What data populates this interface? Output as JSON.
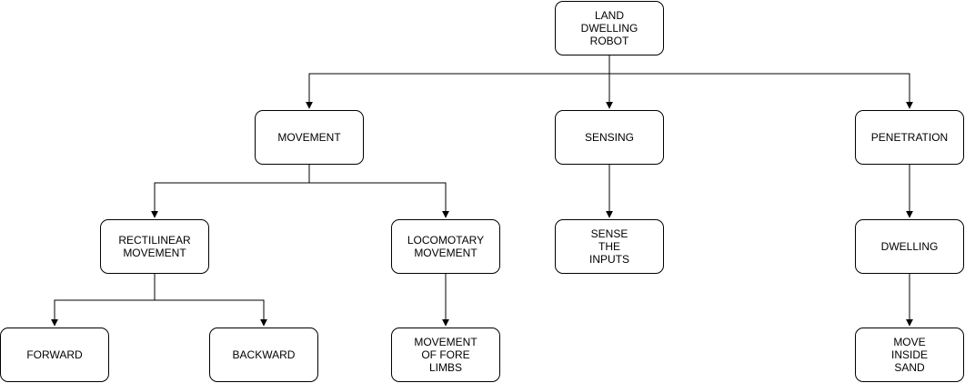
{
  "nodes": {
    "land_dwelling_robot": "LAND\nDWELLING\nROBOT",
    "movement": "MOVEMENT",
    "sensing": "SENSING",
    "penetration": "PENETRATION",
    "rectilinear_movement": "RECTILINEAR\nMOVEMENT",
    "locomotary_movement": "LOCOMOTARY\nMOVEMENT",
    "sense_the_inputs": "SENSE\nTHE\nINPUTS",
    "dwelling": "DWELLING",
    "forward": "FORWARD",
    "backward": "BACKWARD",
    "movement_of_fore_limbs": "MOVEMENT\nOF FORE\nLIMBS",
    "move_inside_sand": "MOVE\nINSIDE\nSAND"
  },
  "edges": [
    [
      "land_dwelling_robot",
      "movement"
    ],
    [
      "land_dwelling_robot",
      "sensing"
    ],
    [
      "land_dwelling_robot",
      "penetration"
    ],
    [
      "movement",
      "rectilinear_movement"
    ],
    [
      "movement",
      "locomotary_movement"
    ],
    [
      "sensing",
      "sense_the_inputs"
    ],
    [
      "penetration",
      "dwelling"
    ],
    [
      "rectilinear_movement",
      "forward"
    ],
    [
      "rectilinear_movement",
      "backward"
    ],
    [
      "locomotary_movement",
      "movement_of_fore_limbs"
    ],
    [
      "dwelling",
      "move_inside_sand"
    ]
  ],
  "colors": {
    "stroke": "#000000",
    "background": "#ffffff"
  }
}
